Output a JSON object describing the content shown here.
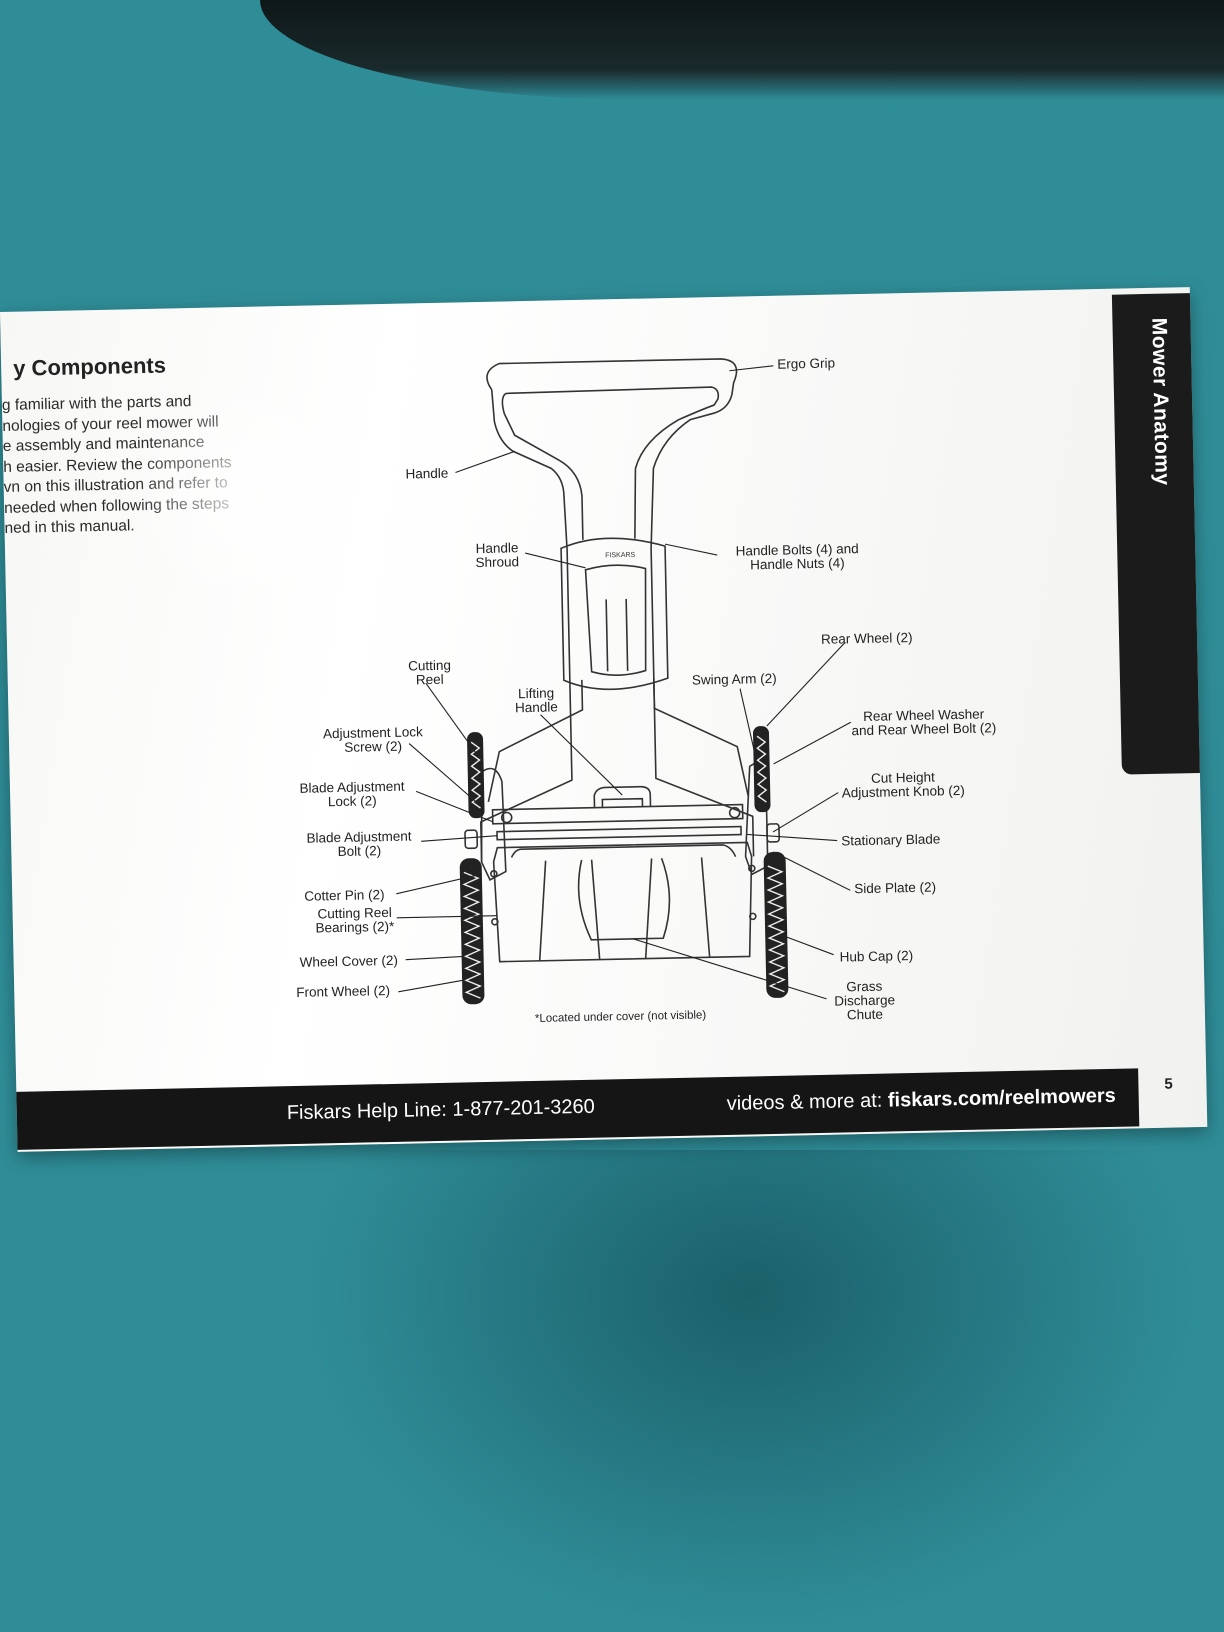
{
  "manual": {
    "heading": "y Components",
    "intro_lines": [
      "g familiar with the parts and",
      "nologies of your reel mower will",
      "e assembly and maintenance",
      "h easier. Review the components",
      "vn on this illustration and refer to",
      "needed when following the steps",
      "ned in this manual."
    ],
    "side_tab": "Mower Anatomy",
    "footnote": "*Located under cover (not visible)",
    "help_line": "Fiskars Help Line: 1-877-201-3260",
    "videos_prefix": "videos & more at: ",
    "videos_url": "fiskars.com/reelmowers",
    "page_number": "5",
    "brand_mark": "FISKARS"
  },
  "parts": {
    "ergo_grip": "Ergo Grip",
    "handle": "Handle",
    "handle_shroud": [
      "Handle",
      "Shroud"
    ],
    "handle_bolts": [
      "Handle Bolts (4) and",
      "Handle Nuts (4)"
    ],
    "rear_wheel": "Rear Wheel (2)",
    "swing_arm": "Swing Arm (2)",
    "cutting_reel": [
      "Cutting",
      "Reel"
    ],
    "lifting_handle": [
      "Lifting",
      "Handle"
    ],
    "adjustment_lock_screw": [
      "Adjustment Lock",
      "Screw (2)"
    ],
    "rear_wheel_washer": [
      "Rear Wheel Washer",
      "and Rear Wheel Bolt (2)"
    ],
    "blade_adjustment_lock": [
      "Blade Adjustment",
      "Lock (2)"
    ],
    "cut_height_knob": [
      "Cut Height",
      "Adjustment Knob (2)"
    ],
    "blade_adjustment_bolt": [
      "Blade Adjustment",
      "Bolt (2)"
    ],
    "stationary_blade": "Stationary Blade",
    "cotter_pin": "Cotter Pin (2)",
    "side_plate": "Side Plate (2)",
    "cutting_reel_bearings": [
      "Cutting Reel",
      "Bearings (2)*"
    ],
    "wheel_cover": "Wheel Cover (2)",
    "hub_cap": "Hub Cap (2)",
    "front_wheel": "Front Wheel (2)",
    "grass_discharge_chute": [
      "Grass",
      "Discharge",
      "Chute"
    ]
  },
  "colors": {
    "background": "#2f8d98",
    "page": "#ffffff",
    "bar": "#151515",
    "ink": "#222222"
  }
}
